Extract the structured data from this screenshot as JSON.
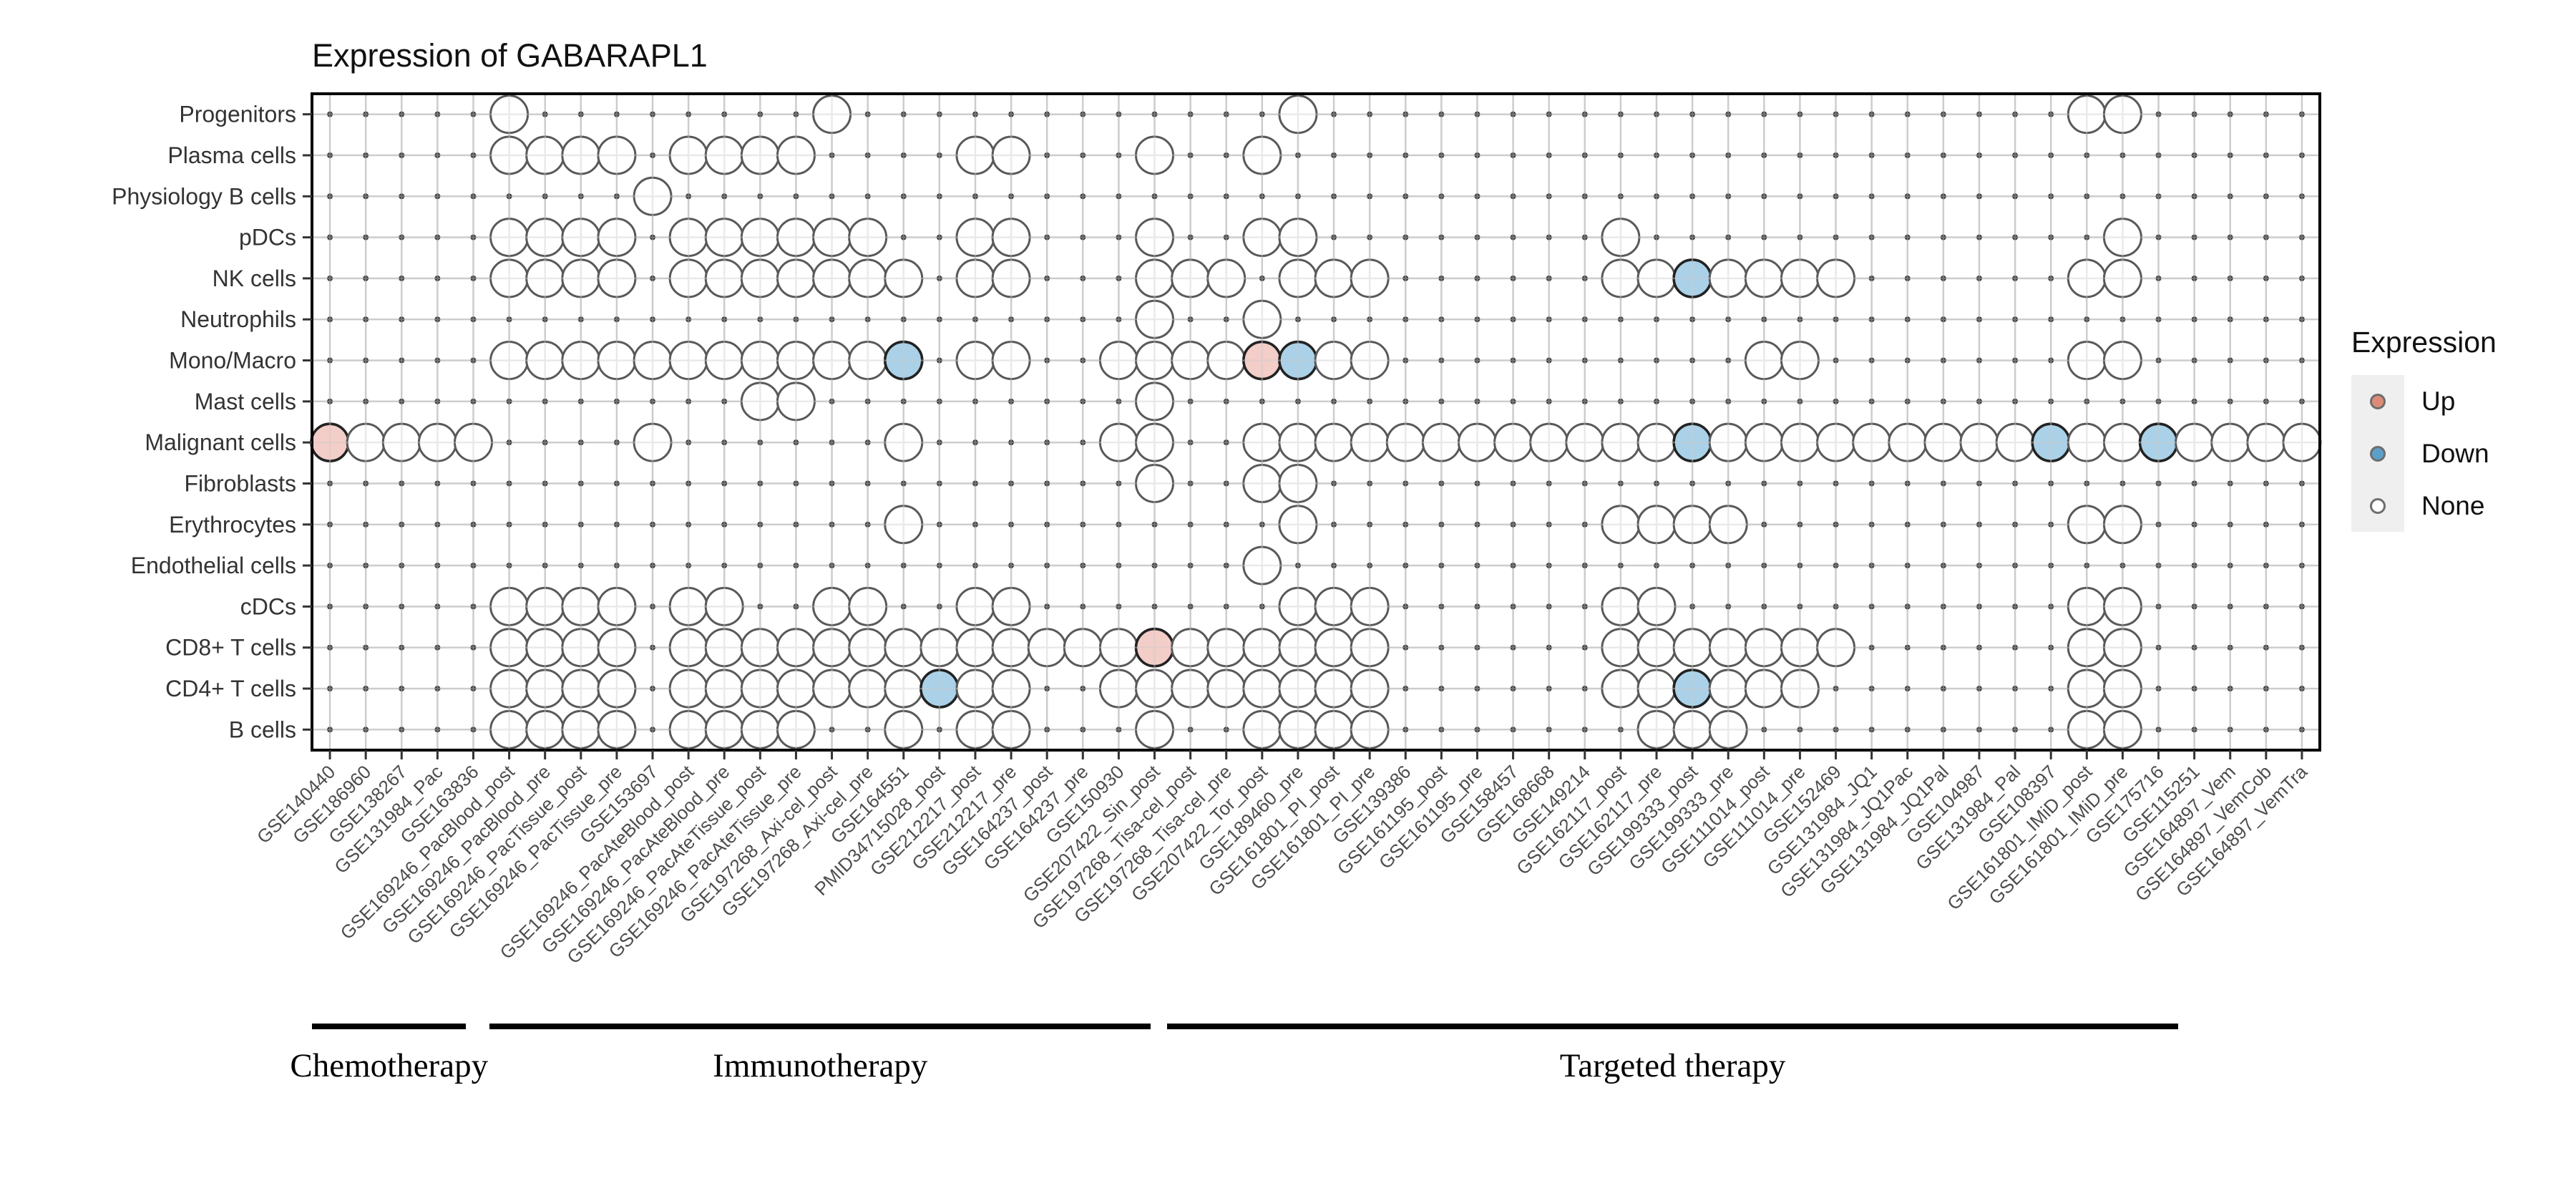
{
  "chart_data": {
    "type": "heatmap",
    "title": "Expression of GABARAPL1",
    "legend": {
      "title": "Expression",
      "items": [
        {
          "label": "Up",
          "fill": "#DD8B79"
        },
        {
          "label": "Down",
          "fill": "#5C9FC9"
        },
        {
          "label": "None",
          "fill": "#FFFFFF"
        }
      ]
    },
    "rows": [
      "Progenitors",
      "Plasma cells",
      "Physiology B cells",
      "pDCs",
      "NK cells",
      "Neutrophils",
      "Mono/Macro",
      "Mast cells",
      "Malignant cells",
      "Fibroblasts",
      "Erythrocytes",
      "Endothelial cells",
      "cDCs",
      "CD8+ T cells",
      "CD4+ T cells",
      "B cells"
    ],
    "columns": [
      "GSE140440",
      "GSE186960",
      "GSE138267",
      "GSE131984_Pac",
      "GSE163836",
      "GSE169246_PacBlood_post",
      "GSE169246_PacBlood_pre",
      "GSE169246_PacTissue_post",
      "GSE169246_PacTissue_pre",
      "GSE153697",
      "GSE169246_PacAteBlood_post",
      "GSE169246_PacAteBlood_pre",
      "GSE169246_PacAteTissue_post",
      "GSE169246_PacAteTissue_pre",
      "GSE197268_Axi-cel_post",
      "GSE197268_Axi-cel_pre",
      "GSE164551",
      "PMID34715028_post",
      "GSE212217_post",
      "GSE212217_pre",
      "GSE164237_post",
      "GSE164237_pre",
      "GSE150930",
      "GSE207422_Sin_post",
      "GSE197268_Tisa-cel_post",
      "GSE197268_Tisa-cel_pre",
      "GSE207422_Tor_post",
      "GSE189460_pre",
      "GSE161801_PI_post",
      "GSE161801_PI_pre",
      "GSE139386",
      "GSE161195_post",
      "GSE161195_pre",
      "GSE158457",
      "GSE168668",
      "GSE149214",
      "GSE162117_post",
      "GSE162117_pre",
      "GSE199333_post",
      "GSE199333_pre",
      "GSE111014_post",
      "GSE111014_pre",
      "GSE152469",
      "GSE131984_JQ1",
      "GSE131984_JQ1Pac",
      "GSE131984_JQ1Pal",
      "GSE104987",
      "GSE131984_Pal",
      "GSE108397",
      "GSE161801_IMiD_post",
      "GSE161801_IMiD_pre",
      "GSE175716",
      "GSE115251",
      "GSE164897_Vem",
      "GSE164897_VemCob",
      "GSE164897_VemTra"
    ],
    "state_legend": {
      "0": "None",
      "1": "Up",
      "2": "Down"
    },
    "row_cells": [
      [
        [
          6,
          0
        ],
        [
          15,
          0
        ],
        [
          28,
          0
        ],
        [
          50,
          0
        ],
        [
          51,
          0
        ]
      ],
      [
        [
          6,
          0
        ],
        [
          7,
          0
        ],
        [
          8,
          0
        ],
        [
          9,
          0
        ],
        [
          11,
          0
        ],
        [
          12,
          0
        ],
        [
          13,
          0
        ],
        [
          14,
          0
        ],
        [
          19,
          0
        ],
        [
          20,
          0
        ],
        [
          24,
          0
        ],
        [
          27,
          0
        ]
      ],
      [
        [
          10,
          0
        ]
      ],
      [
        [
          6,
          0
        ],
        [
          7,
          0
        ],
        [
          8,
          0
        ],
        [
          9,
          0
        ],
        [
          11,
          0
        ],
        [
          12,
          0
        ],
        [
          13,
          0
        ],
        [
          14,
          0
        ],
        [
          15,
          0
        ],
        [
          16,
          0
        ],
        [
          19,
          0
        ],
        [
          20,
          0
        ],
        [
          24,
          0
        ],
        [
          27,
          0
        ],
        [
          28,
          0
        ],
        [
          37,
          0
        ],
        [
          51,
          0
        ]
      ],
      [
        [
          6,
          0
        ],
        [
          7,
          0
        ],
        [
          8,
          0
        ],
        [
          9,
          0
        ],
        [
          11,
          0
        ],
        [
          12,
          0
        ],
        [
          13,
          0
        ],
        [
          14,
          0
        ],
        [
          15,
          0
        ],
        [
          16,
          0
        ],
        [
          17,
          0
        ],
        [
          19,
          0
        ],
        [
          20,
          0
        ],
        [
          24,
          0
        ],
        [
          25,
          0
        ],
        [
          26,
          0
        ],
        [
          28,
          0
        ],
        [
          29,
          0
        ],
        [
          30,
          0
        ],
        [
          37,
          0
        ],
        [
          38,
          0
        ],
        [
          39,
          2
        ],
        [
          40,
          0
        ],
        [
          41,
          0
        ],
        [
          42,
          0
        ],
        [
          43,
          0
        ],
        [
          50,
          0
        ],
        [
          51,
          0
        ]
      ],
      [
        [
          24,
          0
        ],
        [
          27,
          0
        ]
      ],
      [
        [
          6,
          0
        ],
        [
          7,
          0
        ],
        [
          8,
          0
        ],
        [
          9,
          0
        ],
        [
          10,
          0
        ],
        [
          11,
          0
        ],
        [
          12,
          0
        ],
        [
          13,
          0
        ],
        [
          14,
          0
        ],
        [
          15,
          0
        ],
        [
          16,
          0
        ],
        [
          17,
          2
        ],
        [
          19,
          0
        ],
        [
          20,
          0
        ],
        [
          23,
          0
        ],
        [
          24,
          0
        ],
        [
          25,
          0
        ],
        [
          26,
          0
        ],
        [
          27,
          1
        ],
        [
          28,
          2
        ],
        [
          29,
          0
        ],
        [
          30,
          0
        ],
        [
          41,
          0
        ],
        [
          42,
          0
        ],
        [
          50,
          0
        ],
        [
          51,
          0
        ]
      ],
      [
        [
          13,
          0
        ],
        [
          14,
          0
        ],
        [
          24,
          0
        ]
      ],
      [
        [
          1,
          1
        ],
        [
          2,
          0
        ],
        [
          3,
          0
        ],
        [
          4,
          0
        ],
        [
          5,
          0
        ],
        [
          10,
          0
        ],
        [
          17,
          0
        ],
        [
          23,
          0
        ],
        [
          24,
          0
        ],
        [
          27,
          0
        ],
        [
          28,
          0
        ],
        [
          29,
          0
        ],
        [
          30,
          0
        ],
        [
          31,
          0
        ],
        [
          32,
          0
        ],
        [
          33,
          0
        ],
        [
          34,
          0
        ],
        [
          35,
          0
        ],
        [
          36,
          0
        ],
        [
          37,
          0
        ],
        [
          38,
          0
        ],
        [
          39,
          2
        ],
        [
          40,
          0
        ],
        [
          41,
          0
        ],
        [
          42,
          0
        ],
        [
          43,
          0
        ],
        [
          44,
          0
        ],
        [
          45,
          0
        ],
        [
          46,
          0
        ],
        [
          47,
          0
        ],
        [
          48,
          0
        ],
        [
          49,
          2
        ],
        [
          50,
          0
        ],
        [
          51,
          0
        ],
        [
          52,
          2
        ],
        [
          53,
          0
        ],
        [
          54,
          0
        ],
        [
          55,
          0
        ],
        [
          56,
          0
        ]
      ],
      [
        [
          24,
          0
        ],
        [
          27,
          0
        ],
        [
          28,
          0
        ]
      ],
      [
        [
          17,
          0
        ],
        [
          28,
          0
        ],
        [
          37,
          0
        ],
        [
          38,
          0
        ],
        [
          39,
          0
        ],
        [
          40,
          0
        ],
        [
          50,
          0
        ],
        [
          51,
          0
        ]
      ],
      [
        [
          27,
          0
        ]
      ],
      [
        [
          6,
          0
        ],
        [
          7,
          0
        ],
        [
          8,
          0
        ],
        [
          9,
          0
        ],
        [
          11,
          0
        ],
        [
          12,
          0
        ],
        [
          15,
          0
        ],
        [
          16,
          0
        ],
        [
          19,
          0
        ],
        [
          20,
          0
        ],
        [
          28,
          0
        ],
        [
          29,
          0
        ],
        [
          30,
          0
        ],
        [
          37,
          0
        ],
        [
          38,
          0
        ],
        [
          50,
          0
        ],
        [
          51,
          0
        ]
      ],
      [
        [
          6,
          0
        ],
        [
          7,
          0
        ],
        [
          8,
          0
        ],
        [
          9,
          0
        ],
        [
          11,
          0
        ],
        [
          12,
          0
        ],
        [
          13,
          0
        ],
        [
          14,
          0
        ],
        [
          15,
          0
        ],
        [
          16,
          0
        ],
        [
          17,
          0
        ],
        [
          18,
          0
        ],
        [
          19,
          0
        ],
        [
          20,
          0
        ],
        [
          21,
          0
        ],
        [
          22,
          0
        ],
        [
          23,
          0
        ],
        [
          24,
          1
        ],
        [
          25,
          0
        ],
        [
          26,
          0
        ],
        [
          27,
          0
        ],
        [
          28,
          0
        ],
        [
          29,
          0
        ],
        [
          30,
          0
        ],
        [
          37,
          0
        ],
        [
          38,
          0
        ],
        [
          39,
          0
        ],
        [
          40,
          0
        ],
        [
          41,
          0
        ],
        [
          42,
          0
        ],
        [
          43,
          0
        ],
        [
          50,
          0
        ],
        [
          51,
          0
        ]
      ],
      [
        [
          6,
          0
        ],
        [
          7,
          0
        ],
        [
          8,
          0
        ],
        [
          9,
          0
        ],
        [
          11,
          0
        ],
        [
          12,
          0
        ],
        [
          13,
          0
        ],
        [
          14,
          0
        ],
        [
          15,
          0
        ],
        [
          16,
          0
        ],
        [
          17,
          0
        ],
        [
          18,
          2
        ],
        [
          19,
          0
        ],
        [
          20,
          0
        ],
        [
          23,
          0
        ],
        [
          24,
          0
        ],
        [
          25,
          0
        ],
        [
          26,
          0
        ],
        [
          27,
          0
        ],
        [
          28,
          0
        ],
        [
          29,
          0
        ],
        [
          30,
          0
        ],
        [
          37,
          0
        ],
        [
          38,
          0
        ],
        [
          39,
          2
        ],
        [
          40,
          0
        ],
        [
          41,
          0
        ],
        [
          42,
          0
        ],
        [
          50,
          0
        ],
        [
          51,
          0
        ]
      ],
      [
        [
          6,
          0
        ],
        [
          7,
          0
        ],
        [
          8,
          0
        ],
        [
          9,
          0
        ],
        [
          11,
          0
        ],
        [
          12,
          0
        ],
        [
          13,
          0
        ],
        [
          14,
          0
        ],
        [
          17,
          0
        ],
        [
          19,
          0
        ],
        [
          20,
          0
        ],
        [
          24,
          0
        ],
        [
          27,
          0
        ],
        [
          28,
          0
        ],
        [
          29,
          0
        ],
        [
          30,
          0
        ],
        [
          38,
          0
        ],
        [
          39,
          0
        ],
        [
          40,
          0
        ],
        [
          50,
          0
        ],
        [
          51,
          0
        ]
      ]
    ],
    "therapy_groups": [
      {
        "label": "Chemotherapy",
        "start_u": 0.0,
        "end_u": 4.3
      },
      {
        "label": "Immunotherapy",
        "start_u": 4.95,
        "end_u": 23.4
      },
      {
        "label": "Targeted therapy",
        "start_u": 23.85,
        "end_u": 52.05
      }
    ],
    "colors": {
      "cell_up": "#F3CDC7",
      "cell_down": "#AAD1E7",
      "cell_none": "#FFFFFF",
      "cell_stroke": "#595959",
      "cell_stroke_sig": "#222222",
      "grid": "#cccccc",
      "intersection_dot": "#333333",
      "border": "#000000",
      "axis_text": "#4d4d4d",
      "row_text": "#333333"
    }
  }
}
